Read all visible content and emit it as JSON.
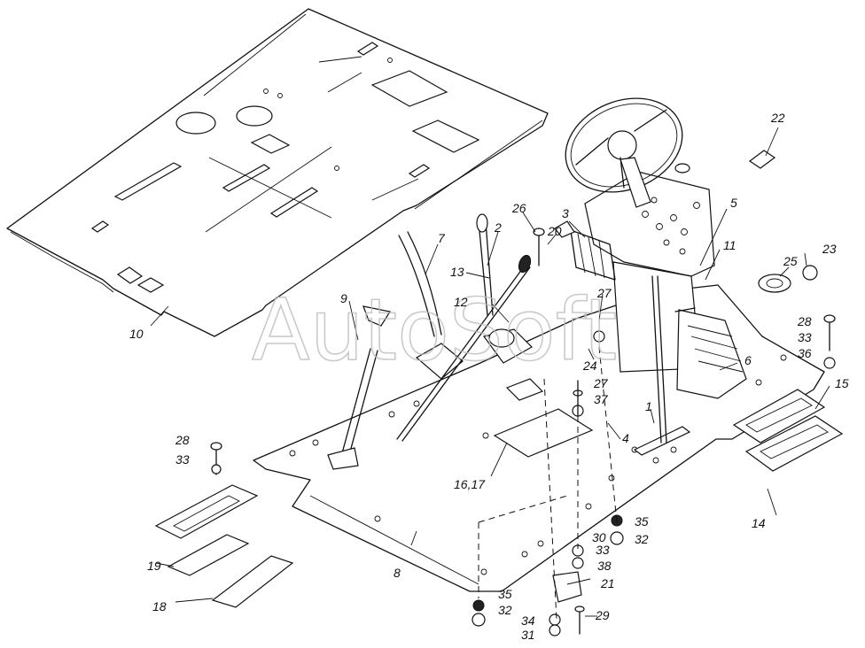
{
  "watermark": "AutoSoft",
  "callouts": [
    {
      "id": "c1",
      "text": "1"
    },
    {
      "id": "c2",
      "text": "2"
    },
    {
      "id": "c3",
      "text": "3"
    },
    {
      "id": "c4",
      "text": "4"
    },
    {
      "id": "c5",
      "text": "5"
    },
    {
      "id": "c6",
      "text": "6"
    },
    {
      "id": "c7",
      "text": "7"
    },
    {
      "id": "c8",
      "text": "8"
    },
    {
      "id": "c9",
      "text": "9"
    },
    {
      "id": "c10",
      "text": "10"
    },
    {
      "id": "c11",
      "text": "11"
    },
    {
      "id": "c12",
      "text": "12"
    },
    {
      "id": "c13",
      "text": "13"
    },
    {
      "id": "c14",
      "text": "14"
    },
    {
      "id": "c15",
      "text": "15"
    },
    {
      "id": "c1617",
      "text": "16,17"
    },
    {
      "id": "c18",
      "text": "18"
    },
    {
      "id": "c19",
      "text": "19"
    },
    {
      "id": "c20",
      "text": "20"
    },
    {
      "id": "c21",
      "text": "21"
    },
    {
      "id": "c22",
      "text": "22"
    },
    {
      "id": "c23",
      "text": "23"
    },
    {
      "id": "c24",
      "text": "24"
    },
    {
      "id": "c25",
      "text": "25"
    },
    {
      "id": "c26",
      "text": "26"
    },
    {
      "id": "c27a",
      "text": "27"
    },
    {
      "id": "c27b",
      "text": "27"
    },
    {
      "id": "c28a",
      "text": "28"
    },
    {
      "id": "c28b",
      "text": "28"
    },
    {
      "id": "c29",
      "text": "29"
    },
    {
      "id": "c30",
      "text": "30"
    },
    {
      "id": "c31",
      "text": "31"
    },
    {
      "id": "c32a",
      "text": "32"
    },
    {
      "id": "c32b",
      "text": "32"
    },
    {
      "id": "c33a",
      "text": "33"
    },
    {
      "id": "c33b",
      "text": "33"
    },
    {
      "id": "c33c",
      "text": "33"
    },
    {
      "id": "c34",
      "text": "34"
    },
    {
      "id": "c35a",
      "text": "35"
    },
    {
      "id": "c35b",
      "text": "35"
    },
    {
      "id": "c36",
      "text": "36"
    },
    {
      "id": "c37",
      "text": "37"
    },
    {
      "id": "c38",
      "text": "38"
    }
  ]
}
